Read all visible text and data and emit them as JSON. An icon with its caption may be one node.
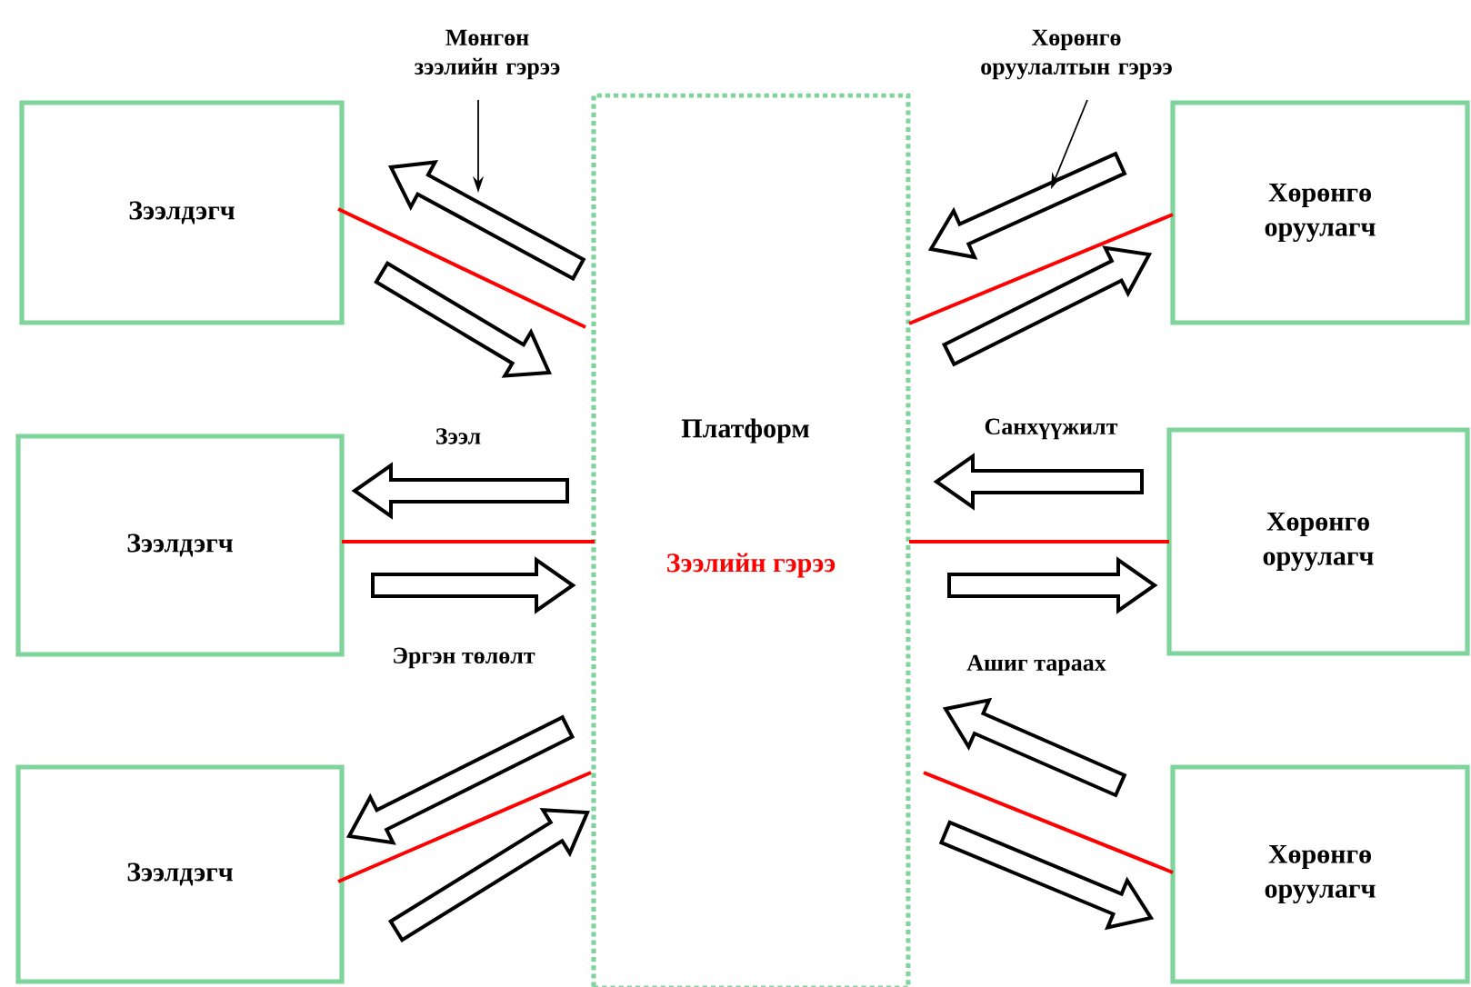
{
  "diagram": {
    "nodes": [
      {
        "text": [
          "Мөнгөн зээлийн гэрээ"
        ]
      },
      {
        "text": [
          "Хөрөнгө оруулалтын гэрээ"
        ]
      },
      {
        "text": [
          "Зээлдэгч"
        ]
      },
      {
        "text": [
          "Платформ",
          "Зээлийн гэрээ"
        ]
      },
      {
        "text": [
          "Хөрөнгө оруулагч"
        ]
      },
      {
        "text": [
          "Зээлдэгч"
        ]
      },
      {
        "text": [
          "Хөрөнгө оруулагч"
        ]
      },
      {
        "text": [
          "Зээлдэгч"
        ]
      },
      {
        "text": [
          "Хөрөнгө оруулагч"
        ]
      }
    ],
    "edges": [
      {
        "from": 0,
        "to": null,
        "arrow": "to",
        "color": "#000000"
      },
      {
        "from": 1,
        "to": null,
        "arrow": "to",
        "color": "#000000"
      },
      {
        "from": 3,
        "to": 2,
        "arrow": "to"
      },
      {
        "from": 2,
        "to": 3,
        "arrow": "to"
      },
      {
        "from": 2,
        "to": 3,
        "arrow": "none",
        "color": "#ff0000"
      },
      {
        "from": 4,
        "to": 3,
        "arrow": "to"
      },
      {
        "from": 3,
        "to": 4,
        "arrow": "to"
      },
      {
        "from": 4,
        "to": 3,
        "arrow": "none",
        "color": "#ff0000"
      },
      {
        "from": 3,
        "to": 5,
        "arrow": "to",
        "label": "Зээл"
      },
      {
        "from": 5,
        "to": 3,
        "arrow": "to",
        "label": "Эргэн төлөлт"
      },
      {
        "from": 5,
        "to": 3,
        "arrow": "none",
        "color": "#ff0000"
      },
      {
        "from": 6,
        "to": 3,
        "arrow": "to",
        "label": "Санхүүжилт"
      },
      {
        "from": 3,
        "to": 6,
        "arrow": "to",
        "label": "Ашиг тараах"
      },
      {
        "from": 6,
        "to": 3,
        "arrow": "none",
        "color": "#ff0000"
      },
      {
        "from": 3,
        "to": 7,
        "arrow": "to"
      },
      {
        "from": 7,
        "to": 3,
        "arrow": "to"
      },
      {
        "from": 7,
        "to": 3,
        "arrow": "none",
        "color": "#ff0000"
      },
      {
        "from": 8,
        "to": 3,
        "arrow": "to"
      },
      {
        "from": 3,
        "to": 8,
        "arrow": "to"
      },
      {
        "from": 8,
        "to": 3,
        "arrow": "none",
        "color": "#ff0000"
      }
    ]
  }
}
